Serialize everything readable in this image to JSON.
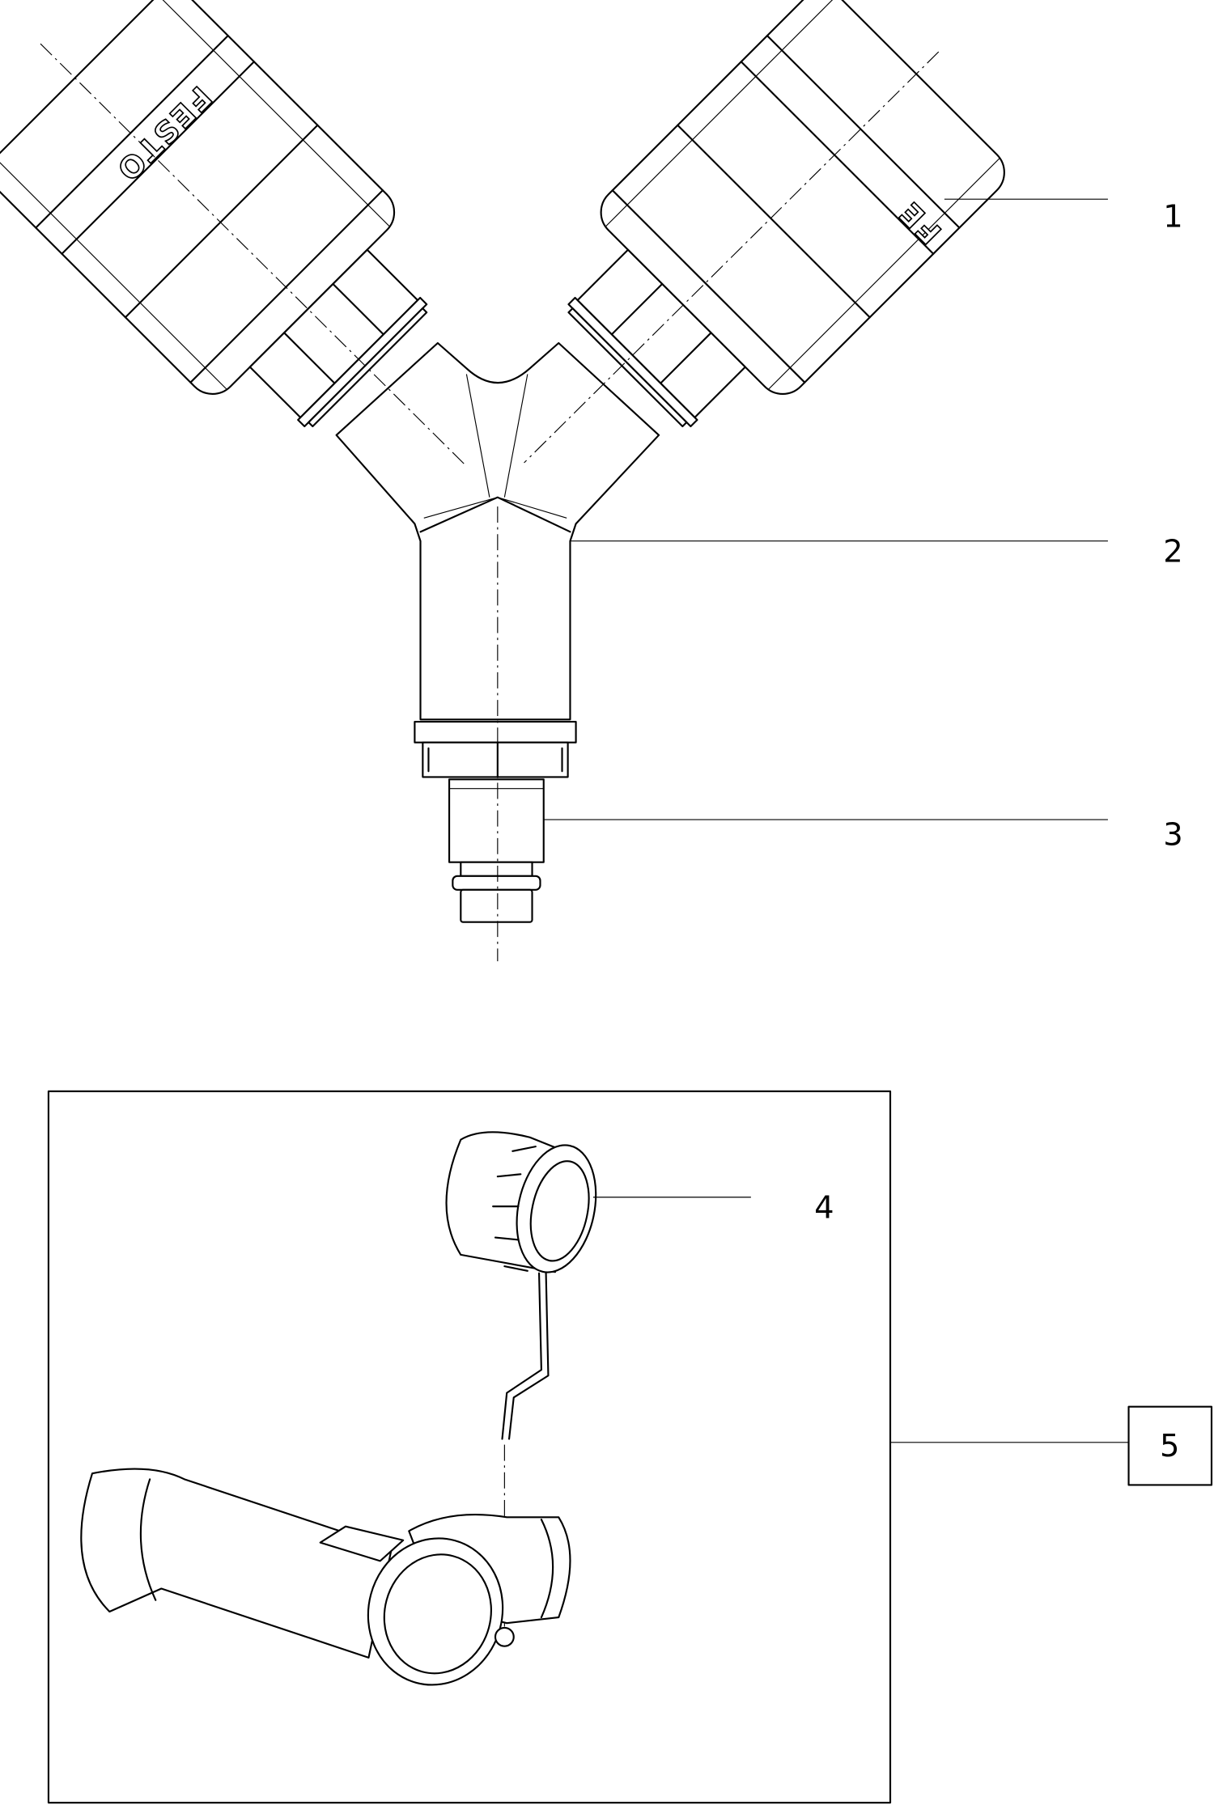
{
  "drawing": {
    "title": "Y-distributor exploded parts drawing",
    "callouts": [
      {
        "id": "1",
        "label": "1"
      },
      {
        "id": "2",
        "label": "2"
      },
      {
        "id": "3",
        "label": "3"
      },
      {
        "id": "4",
        "label": "4"
      },
      {
        "id": "5",
        "label": "5"
      }
    ],
    "logo_text": "FESTO",
    "logo_text_partial": "FE"
  }
}
